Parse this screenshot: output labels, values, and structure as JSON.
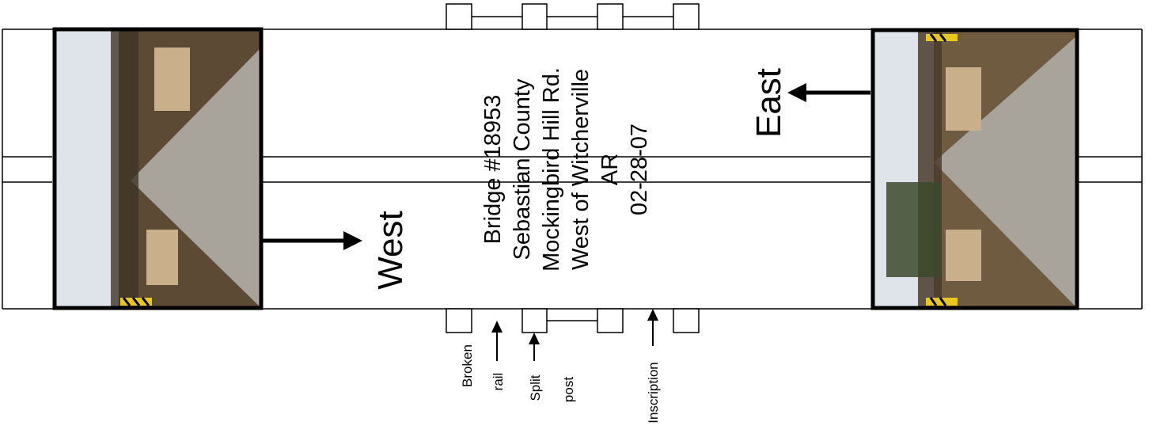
{
  "title_block": {
    "lines": [
      "Bridge #18953",
      "Sebastian County",
      "Mockingbird Hill Rd.",
      "West of Witcherville",
      "AR",
      "02-28-07"
    ]
  },
  "directions": {
    "west": "West",
    "east": "East"
  },
  "annotations": {
    "broken": "Broken",
    "rail": "rail",
    "split": "Split",
    "post": "post",
    "inscription": "Inscription"
  },
  "colors": {
    "line": "#000000",
    "background": "#ffffff",
    "sky": "#dfe4ea",
    "road": "#a8a49c",
    "grass": "#6e5b40",
    "trees": "#4a3b2c",
    "stripe_yellow": "#e8c81c"
  }
}
